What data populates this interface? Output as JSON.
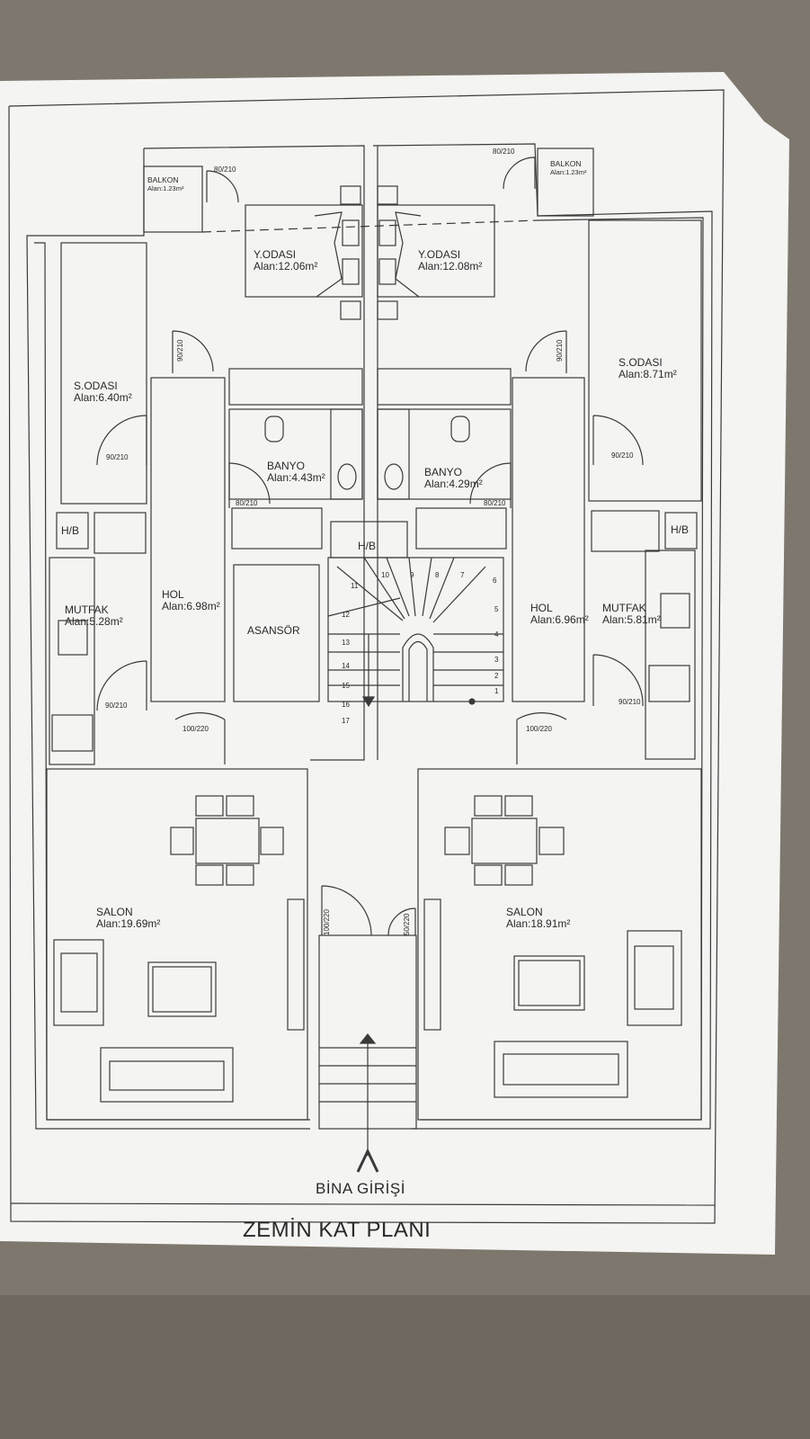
{
  "plan": {
    "title": "ZEMİN KAT PLANI",
    "entrance": "BİNA GİRİŞİ"
  },
  "rooms": {
    "balkon_left": {
      "name": "BALKON",
      "area": "Alan:1.23m²"
    },
    "balkon_right": {
      "name": "BALKON",
      "area": "Alan:1.23m²"
    },
    "yodasi_left": {
      "name": "Y.ODASI",
      "area": "Alan:12.06m²"
    },
    "yodasi_right": {
      "name": "Y.ODASI",
      "area": "Alan:12.08m²"
    },
    "sodasi_left": {
      "name": "S.ODASI",
      "area": "Alan:6.40m²"
    },
    "sodasi_right": {
      "name": "S.ODASI",
      "area": "Alan:8.71m²"
    },
    "banyo_left": {
      "name": "BANYO",
      "area": "Alan:4.43m²"
    },
    "banyo_right": {
      "name": "BANYO",
      "area": "Alan:4.29m²"
    },
    "hb_left": {
      "name": "H/B"
    },
    "hb_right": {
      "name": "H/B"
    },
    "hb_center": {
      "name": "H/B"
    },
    "mutfak_left": {
      "name": "MUTFAK",
      "area": "Alan:5.28m²"
    },
    "mutfak_right": {
      "name": "MUTFAK",
      "area": "Alan:5.81m²"
    },
    "hol_left": {
      "name": "HOL",
      "area": "Alan:6.98m²"
    },
    "hol_right": {
      "name": "HOL",
      "area": "Alan:6.96m²"
    },
    "asansor": {
      "name": "ASANSÖR"
    },
    "salon_left": {
      "name": "SALON",
      "area": "Alan:19.69m²"
    },
    "salon_right": {
      "name": "SALON",
      "area": "Alan:18.91m²"
    }
  },
  "doors": {
    "balkon_left": "80/210",
    "balkon_right": "80/210",
    "yodasi_left": "90/210",
    "yodasi_right": "90/210",
    "sodasi_left": "90/210",
    "sodasi_right": "90/210",
    "banyo_left": "80/210",
    "banyo_right": "80/210",
    "mutfak_left": "90/210",
    "mutfak_right": "90/210",
    "salon_left": "100/220",
    "salon_right": "100/220",
    "entry_main": "100/220",
    "entry_side": "50/220"
  },
  "stairs": {
    "steps": [
      "1",
      "2",
      "3",
      "4",
      "5",
      "6",
      "7",
      "8",
      "9",
      "10",
      "11",
      "12",
      "13",
      "14",
      "15",
      "16",
      "17"
    ]
  },
  "colors": {
    "ink": "#2a2a2a",
    "paper": "#f4f4f2",
    "table": "#7d766c"
  }
}
